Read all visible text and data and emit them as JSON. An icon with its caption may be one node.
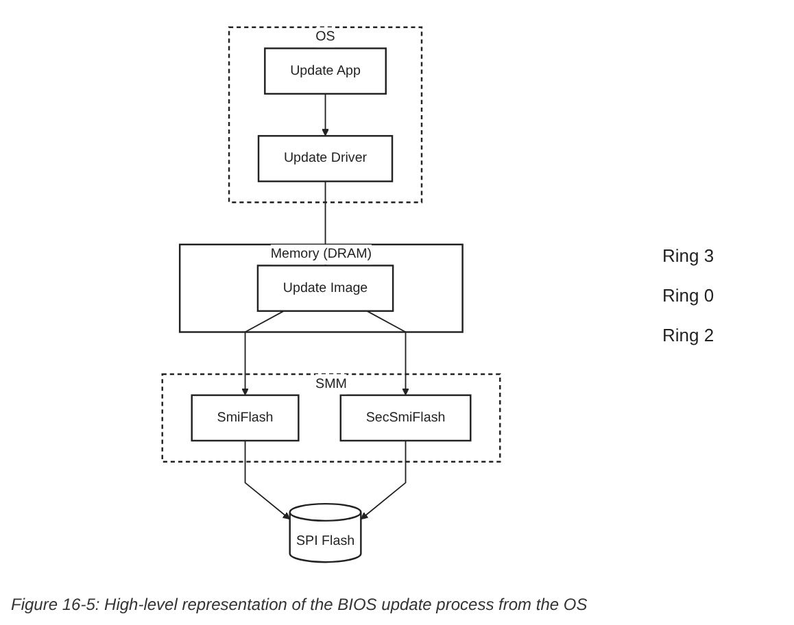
{
  "diagram": {
    "caption": "Figure 16-5: High-level representation of the BIOS update process from the OS",
    "nodes": [
      {
        "text": [
          "OS"
        ]
      },
      {
        "text": [
          "Update App"
        ],
        "in": 0
      },
      {
        "text": [
          "Update Driver"
        ],
        "in": 0
      },
      {
        "text": [
          "Memory (DRAM)"
        ]
      },
      {
        "text": [
          "Update Image"
        ],
        "in": 3
      },
      {
        "text": [
          "SMM"
        ]
      },
      {
        "text": [
          "SmiFlash"
        ],
        "in": 5
      },
      {
        "text": [
          "SecSmiFlash"
        ],
        "in": 5
      },
      {
        "text": [
          "SPI Flash"
        ]
      }
    ],
    "edges": [
      {
        "from": 1,
        "to": 2,
        "arrow": "to"
      },
      {
        "from": 2,
        "to": 4,
        "arrow": "to"
      },
      {
        "from": 4,
        "to": 6,
        "arrow": "to"
      },
      {
        "from": 4,
        "to": 7,
        "arrow": "to"
      },
      {
        "from": 6,
        "to": 8,
        "arrow": "to"
      },
      {
        "from": 7,
        "to": 8,
        "arrow": "to"
      }
    ],
    "labels": [
      "Ring 3",
      "Ring 0",
      "Ring 2"
    ]
  }
}
